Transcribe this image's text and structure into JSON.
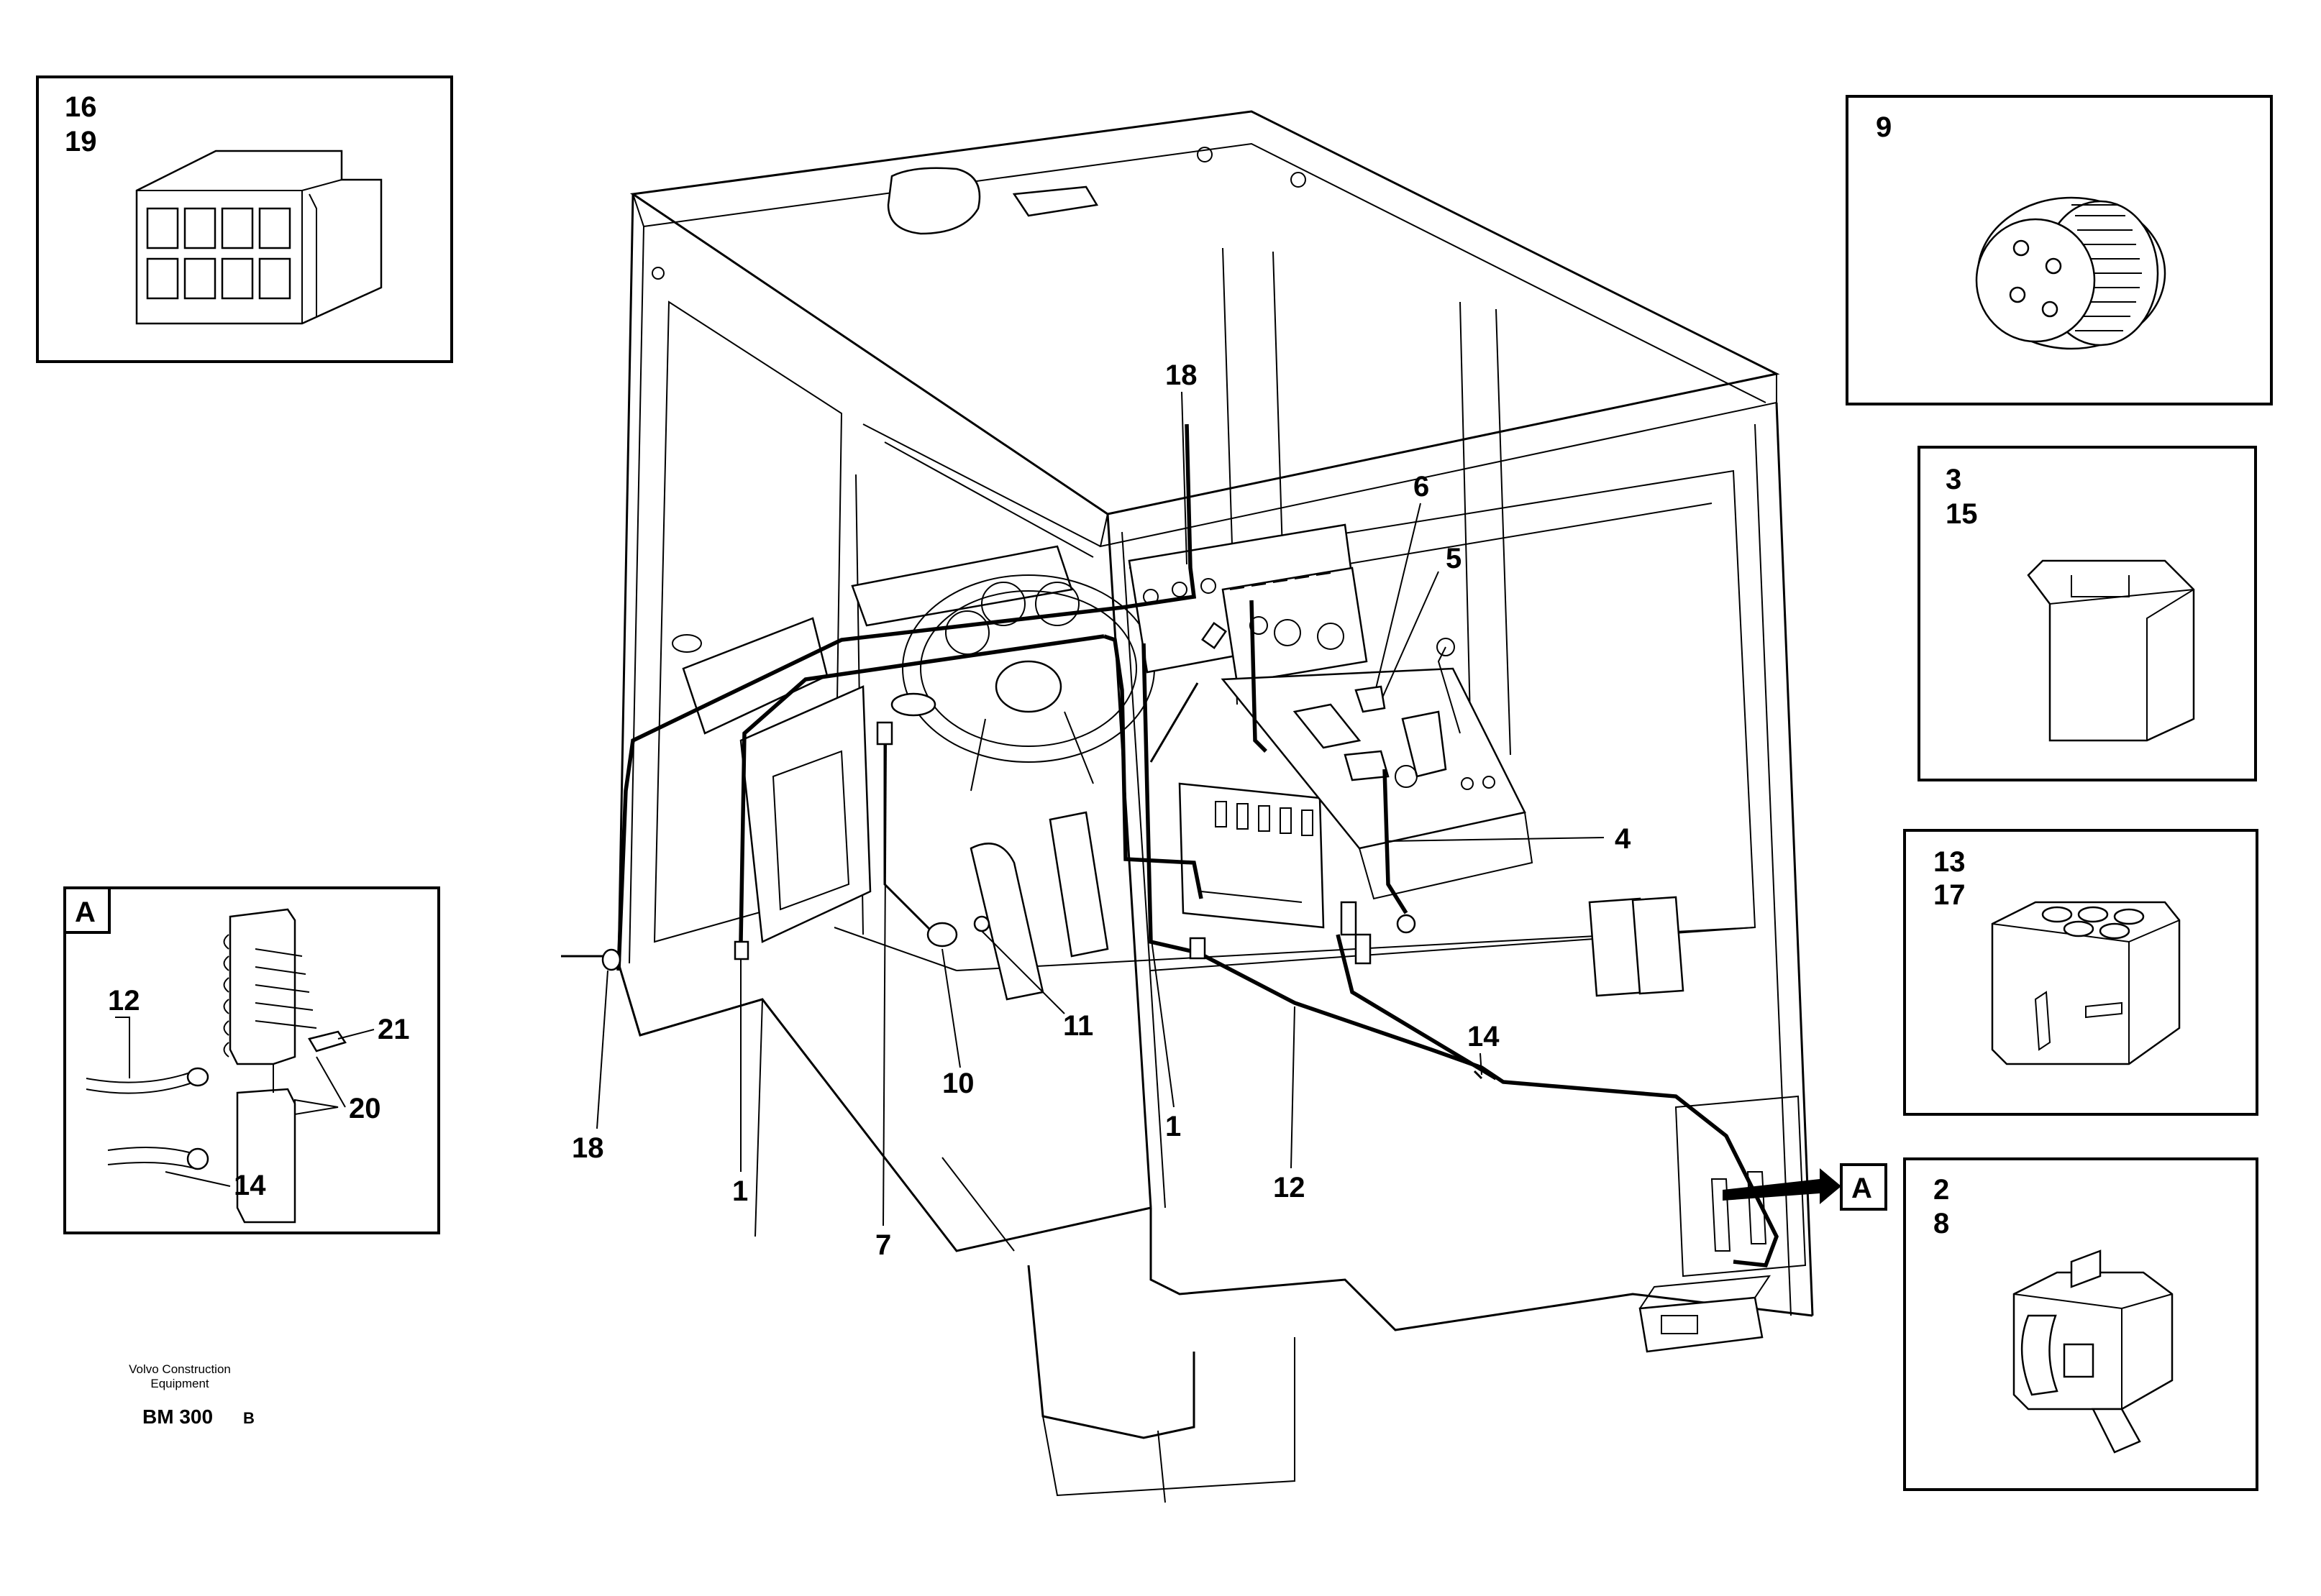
{
  "inset_boxes": {
    "top_left": [
      "16",
      "19"
    ],
    "top_right": [
      "9"
    ],
    "right_1": [
      "3",
      "15"
    ],
    "right_2": [
      "13",
      "17"
    ],
    "right_3": [
      "2",
      "8"
    ],
    "detail_a": "A"
  },
  "detail_labels": {
    "c12": "12",
    "c21": "21",
    "c20": "20",
    "c14": "14"
  },
  "callouts": {
    "c18_top": "18",
    "c6": "6",
    "c5": "5",
    "c4": "4",
    "c11": "11",
    "c10": "10",
    "c14": "14",
    "c1_right": "1",
    "c18_bottom": "18",
    "c1_left": "1",
    "c7": "7",
    "c12": "12",
    "view_a": "A"
  },
  "footer": {
    "company_line1": "Volvo Construction",
    "company_line2": "Equipment",
    "code": "BM 300",
    "revision": "B"
  }
}
